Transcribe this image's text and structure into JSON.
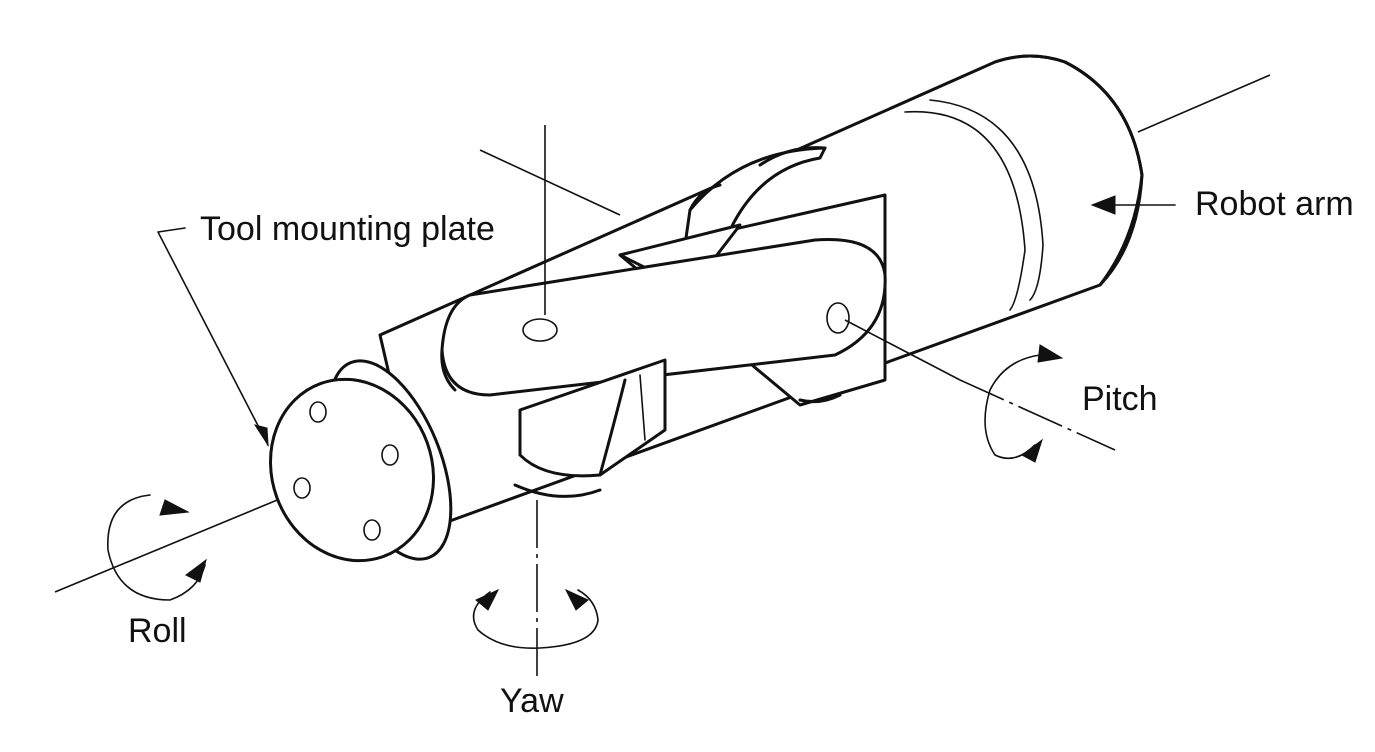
{
  "diagram": {
    "labels": {
      "tool_mounting_plate": "Tool mounting plate",
      "robot_arm": "Robot arm",
      "pitch": "Pitch",
      "roll": "Roll",
      "yaw": "Yaw"
    }
  }
}
